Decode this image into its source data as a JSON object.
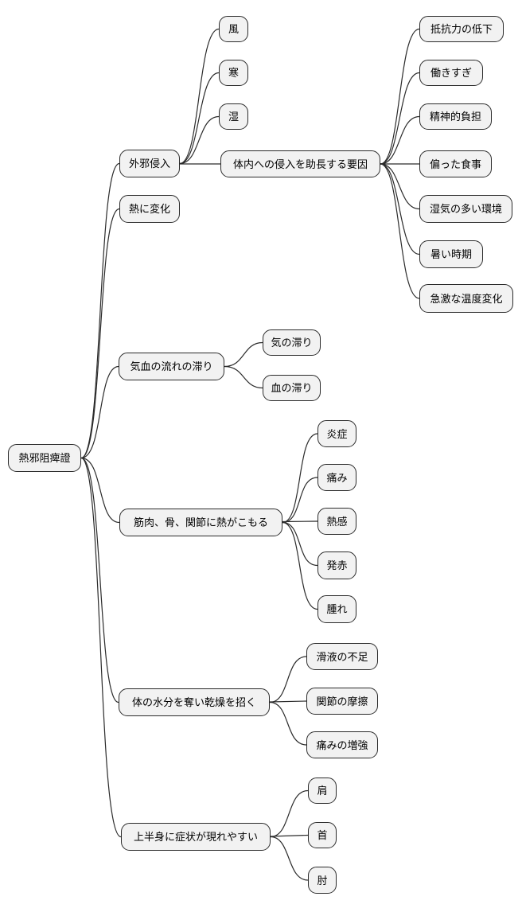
{
  "style": {
    "background": "#ffffff",
    "node_fill": "#f2f2f2",
    "node_border": "#2b2b2b",
    "edge_color": "#2b2b2b",
    "text_color": "#000000"
  },
  "mindmap": {
    "root": {
      "label": "熱邪阻痺證",
      "children": [
        {
          "label": "外邪侵入",
          "children": [
            {
              "label": "風"
            },
            {
              "label": "寒"
            },
            {
              "label": "湿"
            },
            {
              "label": "体内への侵入を助長する要因",
              "children": [
                {
                  "label": "抵抗力の低下"
                },
                {
                  "label": "働きすぎ"
                },
                {
                  "label": "精神的負担"
                },
                {
                  "label": "偏った食事"
                },
                {
                  "label": "湿気の多い環境"
                },
                {
                  "label": "暑い時期"
                },
                {
                  "label": "急激な温度変化"
                }
              ]
            }
          ]
        },
        {
          "label": "熱に変化"
        },
        {
          "label": "気血の流れの滞り",
          "children": [
            {
              "label": "気の滞り"
            },
            {
              "label": "血の滞り"
            }
          ]
        },
        {
          "label": "筋肉、骨、関節に熱がこもる",
          "children": [
            {
              "label": "炎症"
            },
            {
              "label": "痛み"
            },
            {
              "label": "熱感"
            },
            {
              "label": "発赤"
            },
            {
              "label": "腫れ"
            }
          ]
        },
        {
          "label": "体の水分を奪い乾燥を招く",
          "children": [
            {
              "label": "滑液の不足"
            },
            {
              "label": "関節の摩擦"
            },
            {
              "label": "痛みの増強"
            }
          ]
        },
        {
          "label": "上半身に症状が現れやすい",
          "children": [
            {
              "label": "肩"
            },
            {
              "label": "首"
            },
            {
              "label": "肘"
            }
          ]
        }
      ]
    }
  }
}
